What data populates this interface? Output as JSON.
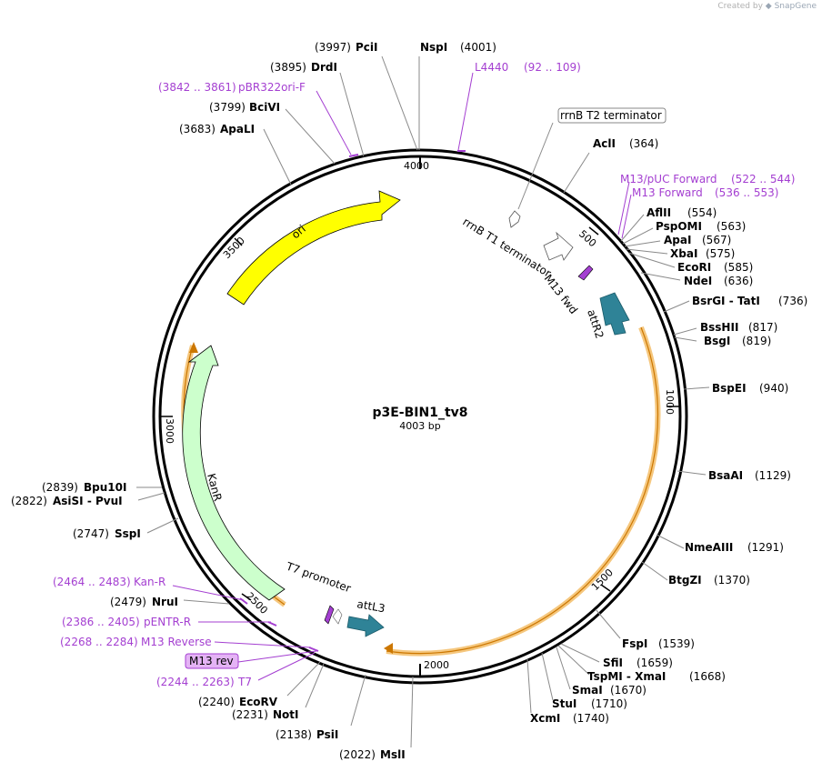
{
  "app": {
    "credit_prefix": "Created by",
    "credit_brand": "SnapGene"
  },
  "plasmid": {
    "name": "p3E-BIN1_tv8",
    "length_label": "4003 bp",
    "length": 4003
  },
  "ticks": [
    "500",
    "1000",
    "1500",
    "2000",
    "2500",
    "3000",
    "3500",
    "4000"
  ],
  "sites": [
    {
      "name": "PciI",
      "pos": "(3997)"
    },
    {
      "name": "NspI",
      "pos": "(4001)"
    },
    {
      "name": "DrdI",
      "pos": "(3895)"
    },
    {
      "name": "BciVI",
      "pos": "(3799)"
    },
    {
      "name": "ApaLI",
      "pos": "(3683)"
    },
    {
      "name": "AclI",
      "pos": "(364)"
    },
    {
      "name": "AflII",
      "pos": "(554)"
    },
    {
      "name": "PspOMI",
      "pos": "(563)"
    },
    {
      "name": "ApaI",
      "pos": "(567)"
    },
    {
      "name": "XbaI",
      "pos": "(575)"
    },
    {
      "name": "EcoRI",
      "pos": "(585)"
    },
    {
      "name": "NdeI",
      "pos": "(636)"
    },
    {
      "name": "BsrGI - TatI",
      "pos": "(736)"
    },
    {
      "name": "BssHII",
      "pos": "(817)"
    },
    {
      "name": "BsgI",
      "pos": "(819)"
    },
    {
      "name": "BspEI",
      "pos": "(940)"
    },
    {
      "name": "BsaAI",
      "pos": "(1129)"
    },
    {
      "name": "NmeAIII",
      "pos": "(1291)"
    },
    {
      "name": "BtgZI",
      "pos": "(1370)"
    },
    {
      "name": "FspI",
      "pos": "(1539)"
    },
    {
      "name": "SfiI",
      "pos": "(1659)"
    },
    {
      "name": "TspMI - XmaI",
      "pos": "(1668)"
    },
    {
      "name": "SmaI",
      "pos": "(1670)"
    },
    {
      "name": "StuI",
      "pos": "(1710)"
    },
    {
      "name": "XcmI",
      "pos": "(1740)"
    },
    {
      "name": "MslI",
      "pos": "(2022)"
    },
    {
      "name": "PsiI",
      "pos": "(2138)"
    },
    {
      "name": "NotI",
      "pos": "(2231)"
    },
    {
      "name": "EcoRV",
      "pos": "(2240)"
    },
    {
      "name": "NruI",
      "pos": "(2479)"
    },
    {
      "name": "SspI",
      "pos": "(2747)"
    },
    {
      "name": "AsiSI - PvuI",
      "pos": "(2822)"
    },
    {
      "name": "Bpu10I",
      "pos": "(2839)"
    }
  ],
  "primers": [
    {
      "name": "L4440",
      "range": "(92 .. 109)"
    },
    {
      "name": "pBR322ori-F",
      "range": "(3842 .. 3861)"
    },
    {
      "name": "M13/pUC Forward",
      "range": "(522 .. 544)"
    },
    {
      "name": "M13 Forward",
      "range": "(536 .. 553)"
    },
    {
      "name": "Kan-R",
      "range": "(2464 .. 2483)"
    },
    {
      "name": "pENTR-R",
      "range": "(2386 .. 2405)"
    },
    {
      "name": "M13 Reverse",
      "range": "(2268 .. 2284)"
    },
    {
      "name": "T7",
      "range": "(2244 .. 2263)"
    },
    {
      "name": "M13 rev",
      "range": ""
    }
  ],
  "features": {
    "rrnb_t2": "rrnB T2 terminator",
    "rrnb_t1": "rrnB T1 terminator",
    "m13_fwd": "M13 fwd",
    "attr2": "attR2",
    "ori": "ori",
    "kanr": "KanR",
    "t7_promoter": "T7 promoter",
    "attl3": "attL3"
  },
  "colors": {
    "ori": "#ffff00",
    "kanr": "#ccffcc",
    "att": "#2f8397",
    "primer": "#a43fd1",
    "orf_highlight": "#f5c77e",
    "backbone": "#000000"
  }
}
